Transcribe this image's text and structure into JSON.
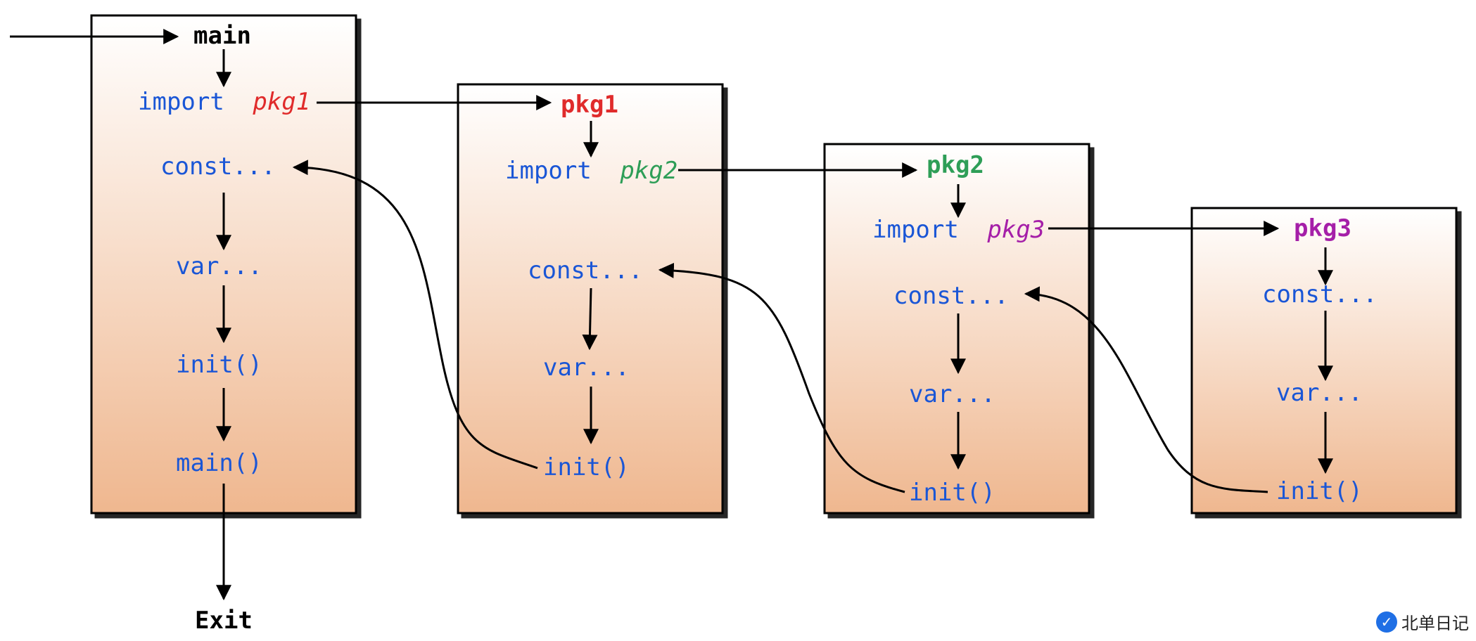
{
  "colors": {
    "keyword": "#1a56d6",
    "pkg1": "#e02b2b",
    "pkg2": "#2e9e57",
    "pkg3": "#a51fa8",
    "arrow": "#000000",
    "box_top": "#ffffff",
    "box_bottom": "#efb78f"
  },
  "entry": {
    "title": "main",
    "exit": "Exit"
  },
  "boxes": [
    {
      "id": "main",
      "lines": {
        "import_kw": "import",
        "import_pkg": "pkg1",
        "const": "const...",
        "var": "var...",
        "init": "init()",
        "main": "main()"
      }
    },
    {
      "id": "pkg1",
      "title": "pkg1",
      "lines": {
        "import_kw": "import",
        "import_pkg": "pkg2",
        "const": "const...",
        "var": "var...",
        "init": "init()"
      }
    },
    {
      "id": "pkg2",
      "title": "pkg2",
      "lines": {
        "import_kw": "import",
        "import_pkg": "pkg3",
        "const": "const...",
        "var": "var...",
        "init": "init()"
      }
    },
    {
      "id": "pkg3",
      "title": "pkg3",
      "lines": {
        "const": "const...",
        "var": "var...",
        "init": "init()"
      }
    }
  ],
  "watermark": {
    "icon": "checkmark-icon",
    "text": "北单日记"
  }
}
